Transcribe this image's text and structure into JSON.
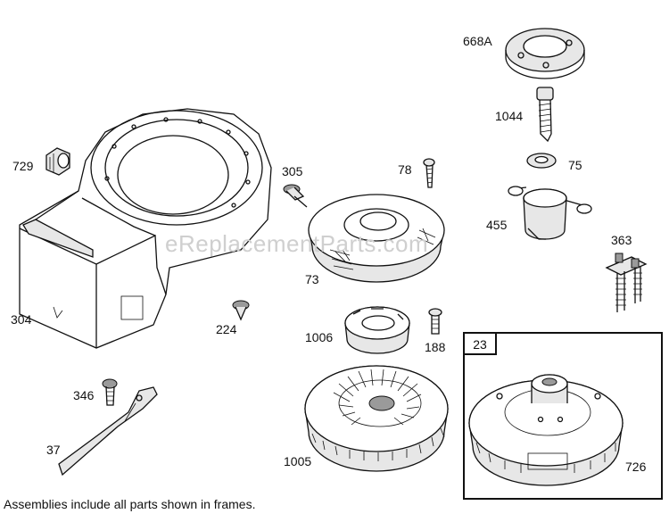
{
  "diagram": {
    "watermark": "eReplacementParts.com",
    "footnote": "Assemblies include all parts shown in frames.",
    "frame_label": "23",
    "parts": [
      {
        "id": "p668a",
        "label": "668A"
      },
      {
        "id": "p1044",
        "label": "1044"
      },
      {
        "id": "p75",
        "label": "75"
      },
      {
        "id": "p78",
        "label": "78"
      },
      {
        "id": "p455",
        "label": "455"
      },
      {
        "id": "p363",
        "label": "363"
      },
      {
        "id": "p729",
        "label": "729"
      },
      {
        "id": "p305",
        "label": "305"
      },
      {
        "id": "p73",
        "label": "73"
      },
      {
        "id": "p304",
        "label": "304"
      },
      {
        "id": "p224",
        "label": "224"
      },
      {
        "id": "p1006",
        "label": "1006"
      },
      {
        "id": "p188",
        "label": "188"
      },
      {
        "id": "p346",
        "label": "346"
      },
      {
        "id": "p37",
        "label": "37"
      },
      {
        "id": "p1005",
        "label": "1005"
      },
      {
        "id": "p726",
        "label": "726"
      }
    ]
  }
}
